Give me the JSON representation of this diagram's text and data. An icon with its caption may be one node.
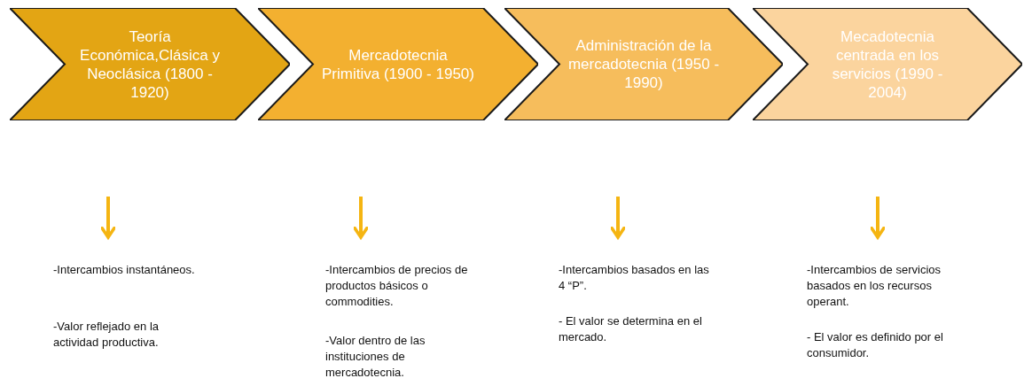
{
  "diagram": {
    "nodes": [
      {
        "text": [
          "Teoría Económica,Clásica y Neoclásica (1800 - 1920)"
        ]
      },
      {
        "text": [
          "Mercadotecnia Primitiva (1900 - 1950)"
        ]
      },
      {
        "text": [
          "Administración de la mercadotecnia (1950 - 1990)"
        ]
      },
      {
        "text": [
          "Mecadotecnia centrada en los servicios (1990 - 2004)"
        ]
      },
      {
        "text": [
          "-Intercambios instantáneos.",
          "-Valor reflejado en la actividad productiva."
        ]
      },
      {
        "text": [
          "-Intercambios de precios de productos básicos o commodities.",
          "-Valor dentro de las instituciones de mercadotecnia."
        ]
      },
      {
        "text": [
          "-Intercambios basados en las 4 “P”.",
          "- El valor se determina en el mercado."
        ]
      },
      {
        "text": [
          "-Intercambios de servicios basados en los recursos operant.",
          "- El valor es definido por el consumidor."
        ]
      }
    ],
    "edges": [
      {
        "from": null,
        "to": 4,
        "arrow": "to",
        "color": "#f5b512"
      },
      {
        "from": null,
        "to": 5,
        "arrow": "to",
        "color": "#f5b512"
      },
      {
        "from": null,
        "to": 6,
        "arrow": "to",
        "color": "#f5b512"
      },
      {
        "from": null,
        "to": 7,
        "arrow": "to",
        "color": "#f5b512"
      }
    ]
  }
}
